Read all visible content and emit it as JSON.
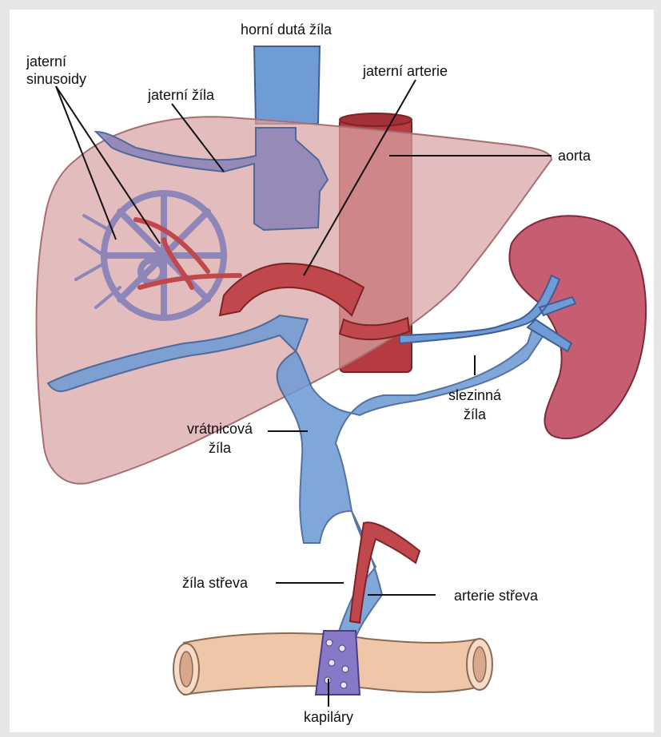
{
  "colors": {
    "liver": "#d8a3a3",
    "liver_edge": "#a76f72",
    "vein": "#6f9bd6",
    "vein_mix": "#8e86b8",
    "vein_edge": "#3f5f94",
    "artery": "#c0484c",
    "artery_edge": "#7d2326",
    "aorta": "#b53b40",
    "spleen": "#c65d70",
    "intestine": "#efc6a8",
    "capillary": "#8779c7"
  },
  "labels": {
    "vena_cava": "horní dutá žíla",
    "sinusoids_1": "jaterní",
    "sinusoids_2": "sinusoidy",
    "hepatic_vein": "jaterní žíla",
    "hepatic_artery": "jaterní arterie",
    "aorta": "aorta",
    "splenic_vein_1": "slezinná",
    "splenic_vein_2": "žíla",
    "portal_vein_1": "vrátnicová",
    "portal_vein_2": "žíla",
    "intestinal_vein": "žíla střeva",
    "intestinal_artery": "arterie střeva",
    "capillaries": "kapiláry"
  }
}
